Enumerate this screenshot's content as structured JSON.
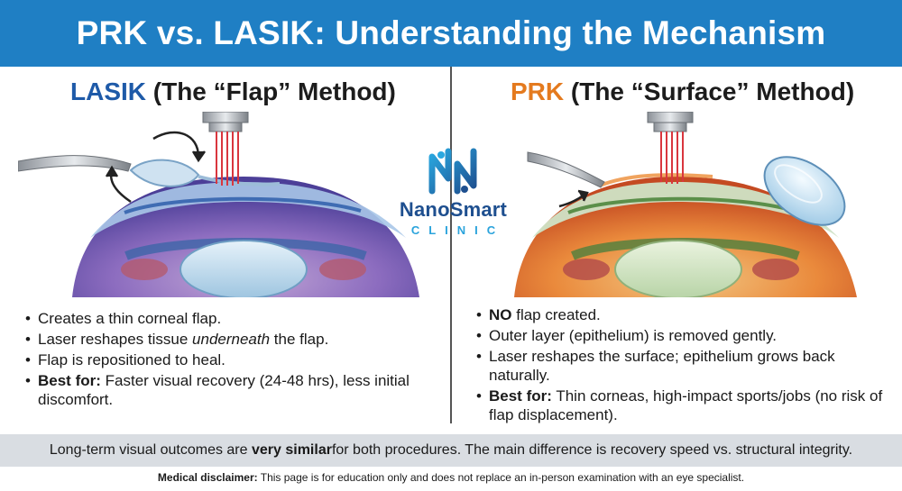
{
  "header": {
    "title": "PRK vs. LASIK: Understanding the Mechanism"
  },
  "lasik": {
    "title_main": "LASIK",
    "title_rest": " (The “Flap” Method)",
    "points": [
      {
        "lead": "",
        "pre": "Creates a thin corneal flap.",
        "em": "",
        "post": ""
      },
      {
        "lead": "",
        "pre": "Laser reshapes tissue ",
        "em": "underneath",
        "post": " the flap."
      },
      {
        "lead": "",
        "pre": "Flap is repositioned to heal.",
        "em": "",
        "post": ""
      },
      {
        "lead": "Best for:",
        "pre": " Faster visual recovery (24-48 hrs), less initial discomfort.",
        "em": "",
        "post": ""
      }
    ]
  },
  "prk": {
    "title_main": "PRK",
    "title_rest": " (The “Surface” Method)",
    "points": [
      {
        "lead": "NO",
        "text": " flap created."
      },
      {
        "lead": "",
        "text": "Outer layer (epithelium) is removed gently."
      },
      {
        "lead": "",
        "text": "Laser reshapes the surface; epithelium grows back naturally."
      },
      {
        "lead": "Best for:",
        "text": " Thin corneas, high-impact sports/jobs (no risk of flap displacement)."
      }
    ]
  },
  "logo": {
    "brand": "NanoSmart",
    "sub": "CLINIC"
  },
  "summary": {
    "pre": "Long-term visual outcomes are ",
    "bold": "very similar",
    "post": " for both procedures. The main difference is recovery speed vs. structural integrity."
  },
  "disclaimer": {
    "bold": "Medical disclaimer:",
    "text": " This page is for education only and does not replace an in-person examination with an eye specialist."
  },
  "colors": {
    "header_bg": "#1f7fc4",
    "lasik_accent": "#1e5aa8",
    "prk_accent": "#e47a1e",
    "summary_bg": "#d9dde2",
    "laser": "#d9363e"
  },
  "icons": [
    "surgical-instrument-icon",
    "rotation-arrow-icon",
    "laser-device-icon",
    "contact-lens-icon",
    "nanosmart-logo-icon"
  ]
}
